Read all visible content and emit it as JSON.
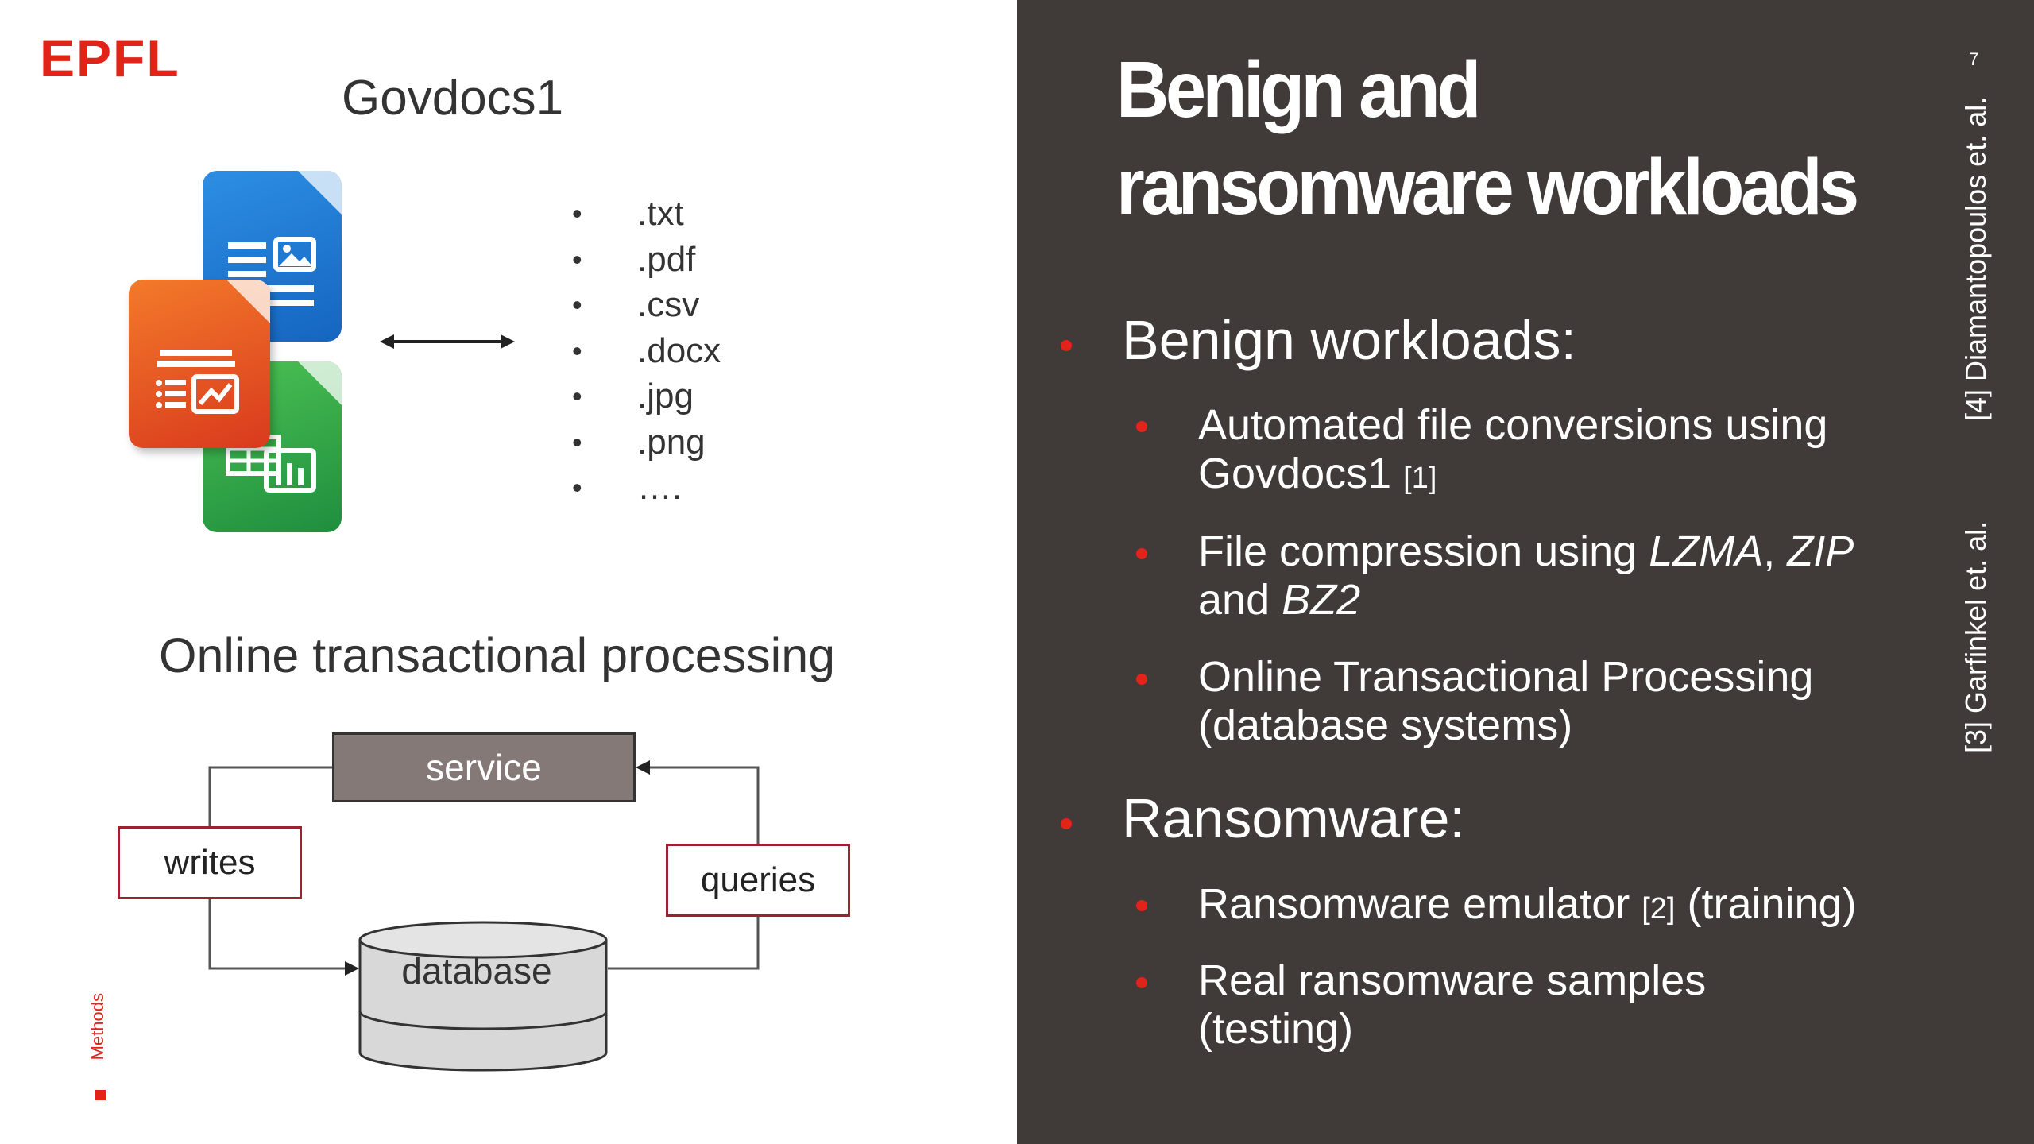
{
  "logo": {
    "text": "EPFL"
  },
  "left": {
    "govdocs_title": "Govdocs1",
    "extensions": [
      ".txt",
      ".pdf",
      ".csv",
      ".docx",
      ".jpg",
      ".png",
      "…."
    ],
    "oltp_title": "Online transactional processing",
    "diagram": {
      "service": "service",
      "writes": "writes",
      "queries": "queries",
      "database": "database"
    },
    "section_label": "Methods"
  },
  "right": {
    "title_line1": "Benign and",
    "title_line2": "ransomware workloads",
    "benign_heading": "Benign workloads:",
    "benign_items": {
      "conv_line1": "Automated file conversions using",
      "conv_line2": "Govdocs1",
      "conv_ref": "[1]",
      "comp_line1_a": "File compression using ",
      "comp_lzma": "LZMA",
      "comp_sep": ", ",
      "comp_zip": "ZIP",
      "comp_line2_a": "and ",
      "comp_bz2": "BZ2",
      "oltp_line1": "Online Transactional Processing",
      "oltp_line2": "(database systems)"
    },
    "ransomware_heading": "Ransomware:",
    "ransomware_items": {
      "emu_a": "Ransomware emulator ",
      "emu_ref": "[2]",
      "emu_b": " (training)",
      "real_line1": "Real ransomware samples",
      "real_line2": "(testing)"
    },
    "side_refs": {
      "ref4": "[4] Diamantopoulos et. al.",
      "ref3": "[3] Garfinkel et. al."
    },
    "page_number": "7"
  },
  "colors": {
    "accent": "#e2231a",
    "right_bg": "#403a38",
    "service_fill": "#857977",
    "label_border": "#9b2230"
  }
}
